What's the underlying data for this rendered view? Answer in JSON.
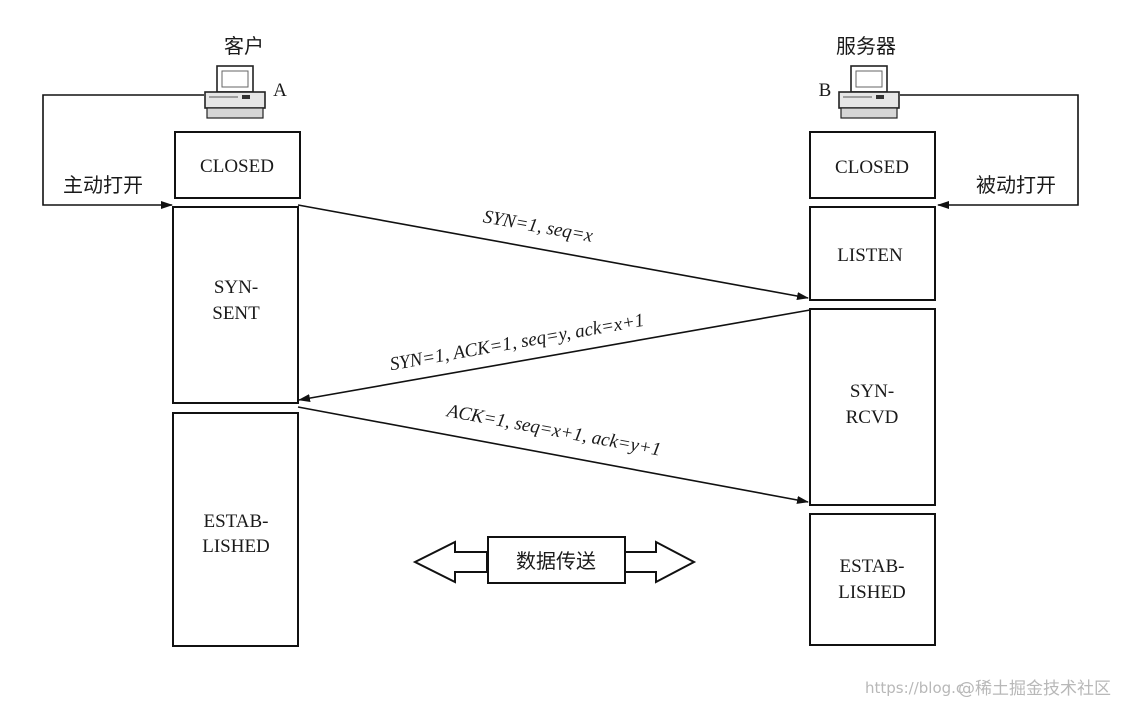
{
  "client": {
    "title": "客户",
    "letter": "A",
    "open_label": "主动打开",
    "states": [
      {
        "line1": "CLOSED",
        "line2": ""
      },
      {
        "line1": "SYN-",
        "line2": "SENT"
      },
      {
        "line1": "ESTAB-",
        "line2": "LISHED"
      }
    ]
  },
  "server": {
    "title": "服务器",
    "letter": "B",
    "open_label": "被动打开",
    "states": [
      {
        "line1": "CLOSED",
        "line2": ""
      },
      {
        "line1": "LISTEN",
        "line2": ""
      },
      {
        "line1": "SYN-",
        "line2": "RCVD"
      },
      {
        "line1": "ESTAB-",
        "line2": "LISHED"
      }
    ]
  },
  "messages": {
    "syn": "SYN=1, seq=x",
    "syn_ack": "SYN=1, ACK=1, seq=y, ack=x+1",
    "ack": "ACK=1, seq=x+1, ack=y+1"
  },
  "data_transfer": {
    "label": "数据传送"
  },
  "watermark": {
    "url": "https://blog.c",
    "site": "@稀土掘金技术社区"
  }
}
